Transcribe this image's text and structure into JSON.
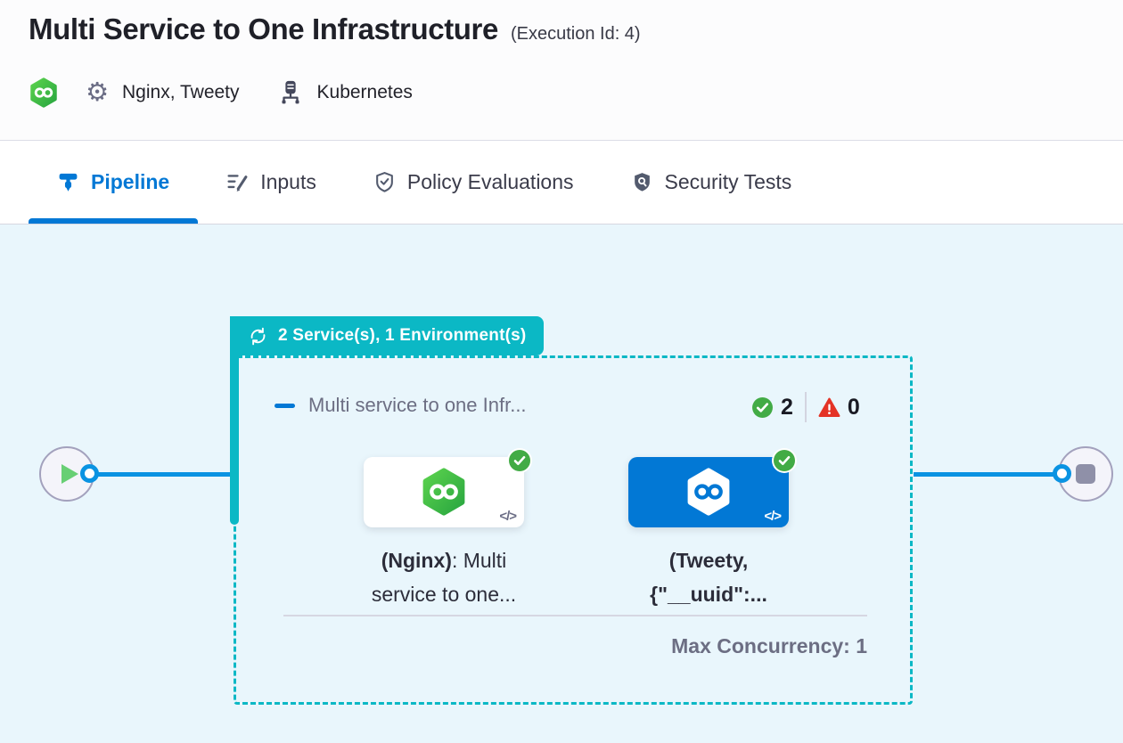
{
  "header": {
    "title": "Multi Service to One Infrastructure",
    "execution_id": "(Execution Id: 4)",
    "services": "Nginx, Tweety",
    "infrastructure": "Kubernetes"
  },
  "tabs": [
    {
      "label": "Pipeline",
      "active": true
    },
    {
      "label": "Inputs",
      "active": false
    },
    {
      "label": "Policy Evaluations",
      "active": false
    },
    {
      "label": "Security Tests",
      "active": false
    }
  ],
  "pipeline": {
    "group_badge": "2 Service(s), 1 Environment(s)",
    "stage": {
      "title": "Multi service to one Infr...",
      "success_count": "2",
      "failure_count": "0",
      "max_concurrency": "Max Concurrency: 1"
    },
    "nodes": [
      {
        "service": "Nginx",
        "status": "success",
        "label_bold": "(Nginx)",
        "label_rest": ": Multi",
        "label_line2": "service to one..."
      },
      {
        "service": "Tweety",
        "status": "success",
        "label_bold": "(Tweety,",
        "label_rest": "",
        "label_line2": "{\"__uuid\":..."
      }
    ],
    "code_glyph": "</>"
  },
  "icons": {
    "gear": "⚙",
    "harness_service": "green-hexagon-infinity",
    "infrastructure": "server-cluster",
    "loop": "repeat-arrows",
    "success": "check-circle",
    "failure": "warning-triangle"
  },
  "colors": {
    "accent_blue": "#0278d5",
    "teal": "#0bb8c5",
    "connector_blue": "#0a93e2",
    "success_green": "#42ab45",
    "error_red": "#e43326",
    "canvas_bg": "#e9f6fc"
  }
}
